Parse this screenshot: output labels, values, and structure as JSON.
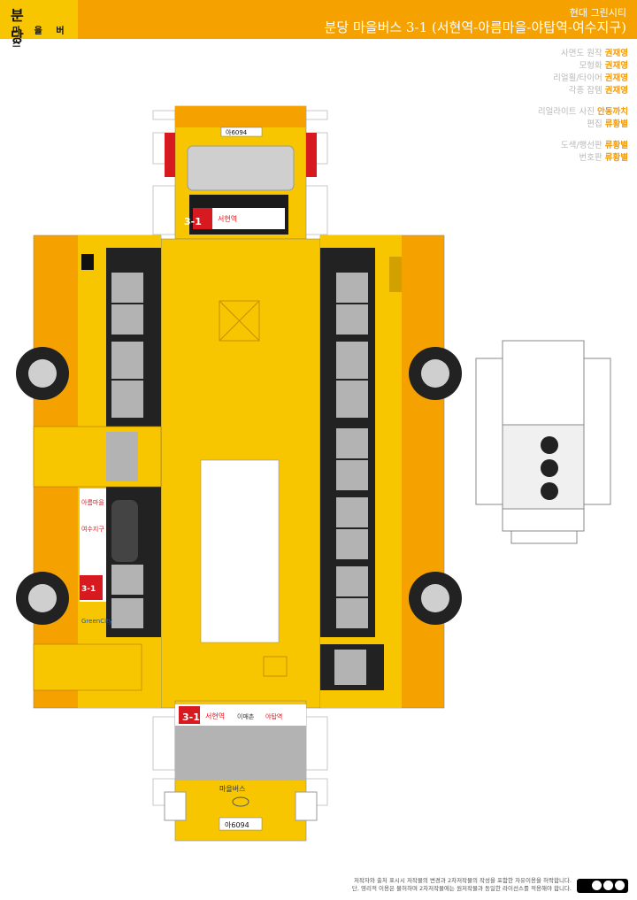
{
  "badge": {
    "title": "분 당",
    "subtitle": "마 을 버 스"
  },
  "header": {
    "subtitle": "현대 그린시티",
    "title": "분당 마을버스 3-1 (서현역-아름마을-야탑역-여수지구)"
  },
  "credits": [
    {
      "role": "사면도 원작",
      "name": "권재영"
    },
    {
      "role": "모형화",
      "name": "권재영"
    },
    {
      "role": "리얼휠/타이어",
      "name": "권재영"
    },
    {
      "role": "각종 잡템",
      "name": "권재영"
    },
    {
      "role": "리얼라이트 사진",
      "name": "안동까치"
    },
    {
      "role": "편집",
      "name": "류황별"
    },
    {
      "role": "도색/행선판",
      "name": "류황별"
    },
    {
      "role": "번호판",
      "name": "류황별"
    }
  ],
  "bus": {
    "route": "3-1",
    "destinations": [
      "서현역",
      "이매촌",
      "아름마을",
      "야탑역",
      "여수지구"
    ],
    "side_label": "마을버스",
    "plate": "아6094",
    "brand": "GreenCity"
  },
  "footer": {
    "line1": "저작자와 출처 표시시 저작물의 변경과 2차저작물의 작성을 포함한 자유이용을 허락합니다.",
    "line2": "단, 영리적 이용은 불허하며 2차저작물에는 원저작물과 동일한 라이선스를 적용해야 합니다."
  },
  "license": {
    "label": "cc"
  },
  "colors": {
    "body": "#f7c600",
    "side": "#f5a100",
    "accent": "#d71920",
    "window": "#b3b3b3"
  }
}
